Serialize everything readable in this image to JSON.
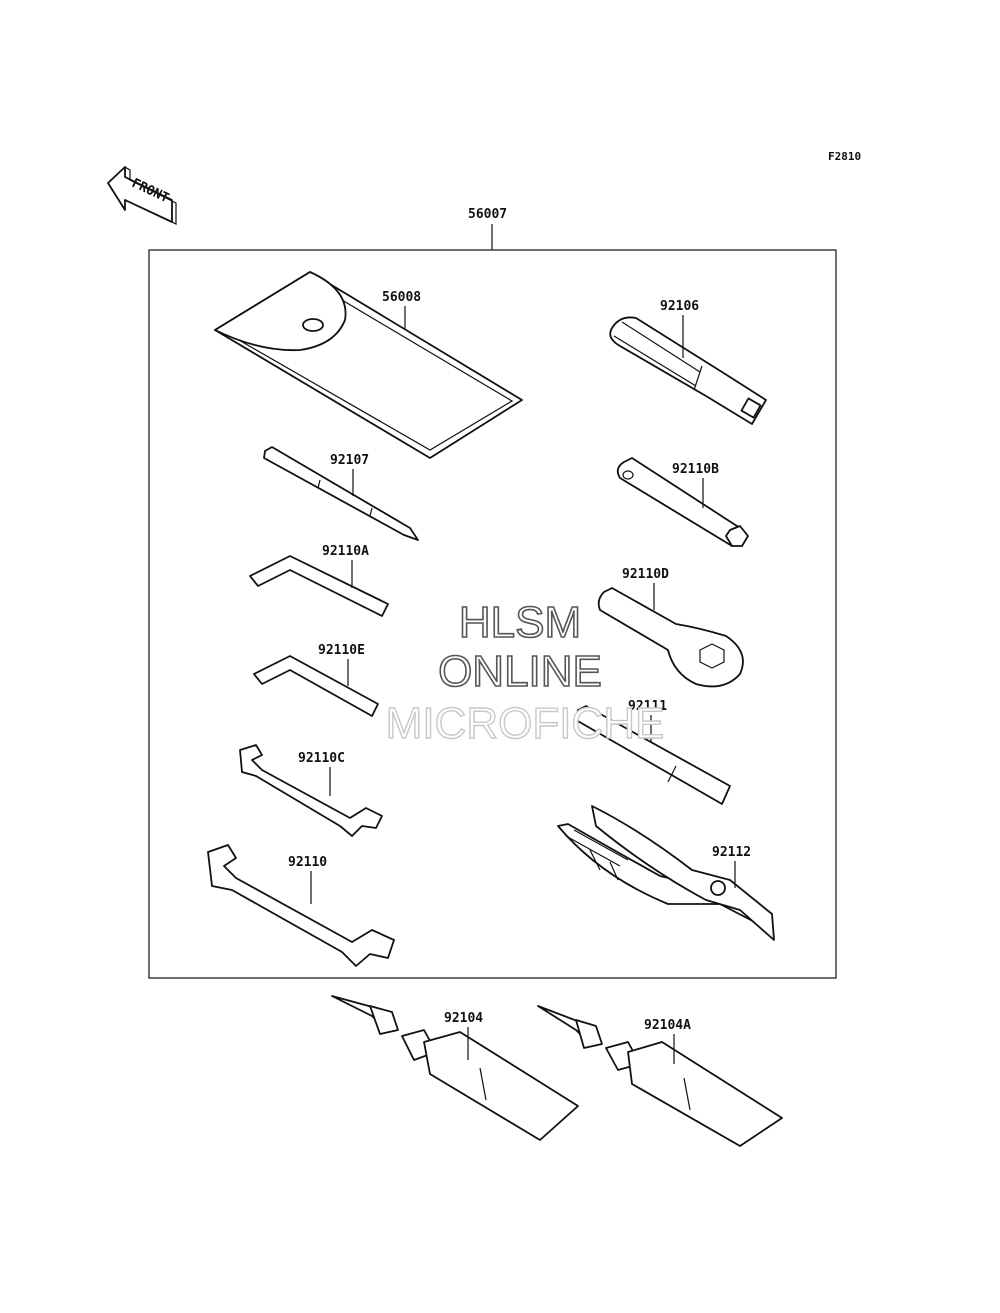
{
  "diagram": {
    "figure_code": "F2810",
    "front_label": "FRONT",
    "kit_part": "56007",
    "parts": [
      {
        "id": "p56008",
        "number": "56008",
        "icon": "tool-pouch-icon"
      },
      {
        "id": "p92106",
        "number": "92106",
        "icon": "screwdriver-handle-icon"
      },
      {
        "id": "p92107",
        "number": "92107",
        "icon": "screwdriver-bit-icon"
      },
      {
        "id": "p92110B",
        "number": "92110B",
        "icon": "spark-plug-wrench-icon"
      },
      {
        "id": "p92110A",
        "number": "92110A",
        "icon": "hex-key-icon"
      },
      {
        "id": "p92110D",
        "number": "92110D",
        "icon": "box-wrench-icon"
      },
      {
        "id": "p92110E",
        "number": "92110E",
        "icon": "hex-key-icon"
      },
      {
        "id": "p92111",
        "number": "92111",
        "icon": "wrench-handle-bar-icon"
      },
      {
        "id": "p92110C",
        "number": "92110C",
        "icon": "open-end-wrench-icon"
      },
      {
        "id": "p92112",
        "number": "92112",
        "icon": "pliers-icon"
      },
      {
        "id": "p92110",
        "number": "92110",
        "icon": "open-end-wrench-icon"
      },
      {
        "id": "p92104",
        "number": "92104",
        "icon": "grease-tube-icon"
      },
      {
        "id": "p92104A",
        "number": "92104A",
        "icon": "grease-tube-icon"
      }
    ]
  },
  "watermark": {
    "line1": "HLSM",
    "line2": "ONLINE",
    "line3": "MICROFICHE"
  }
}
